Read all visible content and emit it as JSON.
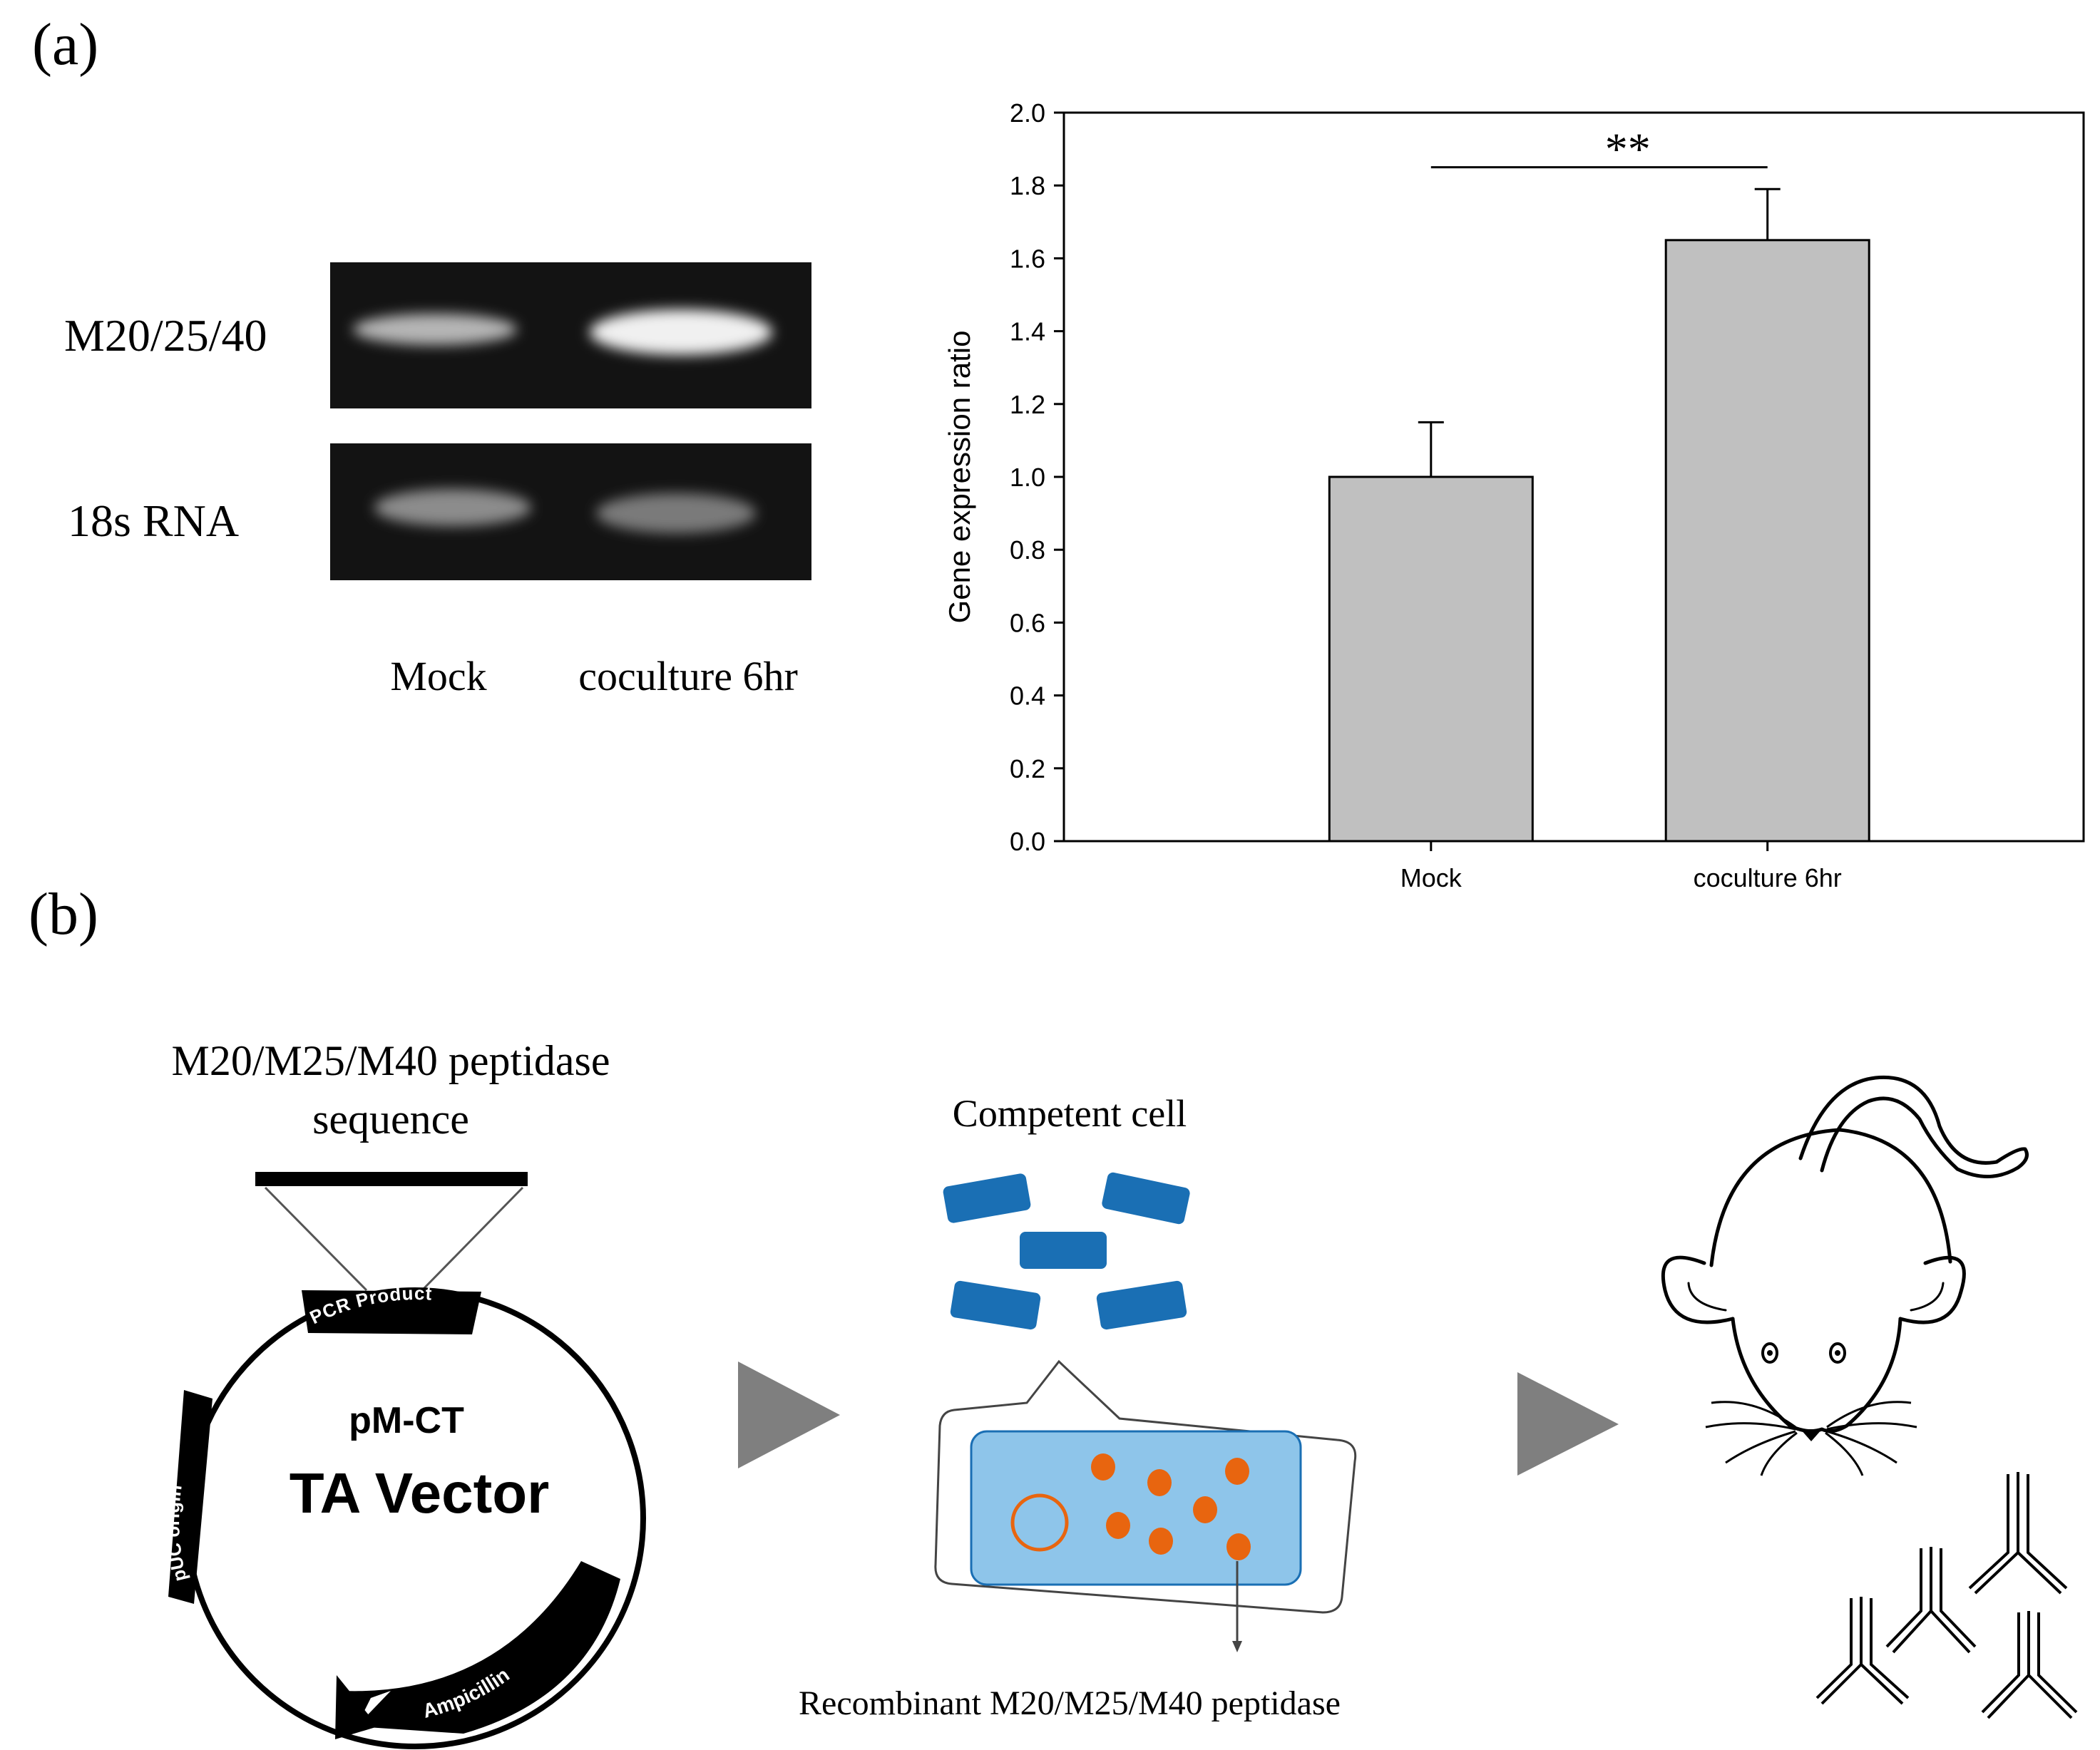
{
  "panel_a": {
    "label": "(a)",
    "gel": {
      "row_labels": [
        "M20/25/40",
        "18s RNA"
      ],
      "lane_labels": [
        "Mock",
        "coculture 6hr"
      ]
    }
  },
  "chart_data": {
    "type": "bar",
    "categories": [
      "Mock",
      "coculture 6hr"
    ],
    "values": [
      1.0,
      1.65
    ],
    "error_bars": [
      0.15,
      0.14
    ],
    "ylabel": "Gene expression ratio",
    "xlabel": "",
    "ylim": [
      0,
      2.0
    ],
    "yticks": [
      "0.0",
      "0.2",
      "0.4",
      "0.6",
      "0.8",
      "1.0",
      "1.2",
      "1.4",
      "1.6",
      "1.8",
      "2.0"
    ],
    "significance": {
      "label": "**",
      "between": [
        "Mock",
        "coculture 6hr"
      ]
    },
    "grid": false,
    "bar_color": "#c0c0c0"
  },
  "panel_b": {
    "label": "(b)",
    "insert": {
      "title_line1": "M20/M25/M40  peptidase",
      "title_line2": "sequence"
    },
    "plasmid": {
      "pcr_label": "PCR Product",
      "name_line1": "pM-CT",
      "name_line2": "TA Vector",
      "origin_label": "pUC origin",
      "resistance_label": "Ampicillin"
    },
    "competent": {
      "title": "Competent cell",
      "product_label": "Recombinant M20/M25/M40  peptidase",
      "cell_color": "#1a6fb4",
      "cytoplasm_color": "#8ec5ea",
      "protein_color": "#e8650f"
    },
    "arrow_color": "#7f7f7f",
    "mouse_icon": "mouse-icon",
    "antibody_icon": "antibody-icon"
  }
}
